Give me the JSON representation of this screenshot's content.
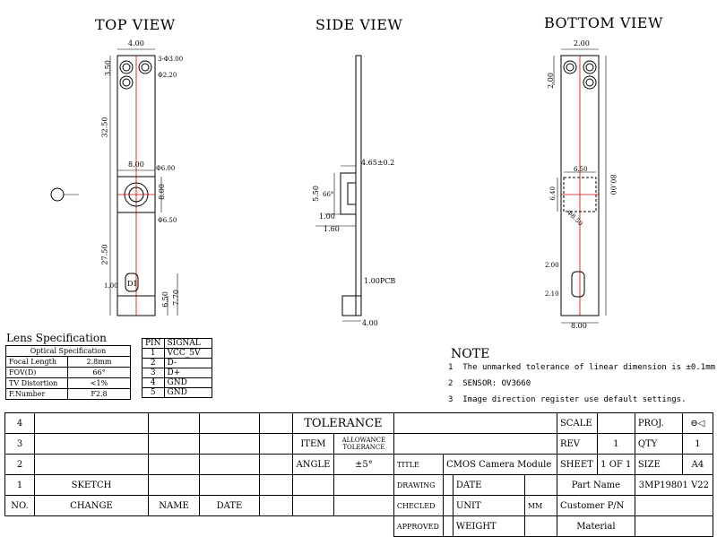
{
  "views": {
    "top": "TOP VIEW",
    "side": "SIDE VIEW",
    "bottom": "BOTTOM VIEW"
  },
  "dims_top": {
    "w_top": "4.00",
    "h_holes": "3.50",
    "hole1": "3-Φ3.00",
    "hole2": "Φ2.20",
    "h_upper": "32.50",
    "lens_w": "8.00",
    "lens_h": "8.00",
    "lens_d1": "Φ6.00",
    "lens_d2": "Φ6.50",
    "h_lower": "27.50",
    "bottom_left": "1.00",
    "d1": "D1",
    "h_b1": "6.50",
    "h_b2": "7.70"
  },
  "dims_side": {
    "lens_h": "4.65±0.2",
    "h": "5.50",
    "ang": "66°",
    "a": "1.00",
    "b": "1.60",
    "pcb": "1.00PCB",
    "w": "4.00"
  },
  "dims_bottom": {
    "top_w": "2.00",
    "top_h": "2.00",
    "sq_w": "6.50",
    "sq_h": "6.40",
    "dia": "Φ8.50",
    "total": "80.00",
    "b1": "2.00",
    "b2": "2.10",
    "w": "8.00"
  },
  "lens_spec": {
    "title": "Lens Specification",
    "header": "Optical Specification",
    "rows": [
      [
        "Focal Length",
        "2.8mm"
      ],
      [
        "FOV(D)",
        "66°"
      ],
      [
        "TV Distortion",
        "<1%"
      ],
      [
        "F.Number",
        "F2.8"
      ]
    ]
  },
  "pins": {
    "headers": [
      "PIN",
      "SIGNAL"
    ],
    "rows": [
      [
        "1",
        "VCC_5V"
      ],
      [
        "2",
        "D-"
      ],
      [
        "3",
        "D+"
      ],
      [
        "4",
        "GND"
      ],
      [
        "5",
        "GND"
      ]
    ]
  },
  "note": {
    "title": "NOTE",
    "items": [
      [
        "1",
        "The unmarked tolerance of linear dimension is ±0.1mm"
      ],
      [
        "2",
        "SENSOR: OV3660"
      ],
      [
        "3",
        "Image direction register use default settings."
      ]
    ]
  },
  "title_block": {
    "rev_rows": [
      "4",
      "3",
      "2",
      "1"
    ],
    "sketch": "SKETCH",
    "footer": [
      "NO.",
      "CHANGE",
      "NAME",
      "DATE"
    ],
    "tolerance": "TOLERANCE",
    "item": "ITEM",
    "allowance": "ALLOWANCE TOLERANCE",
    "angle": "ANGLE",
    "angle_tol": "±5°",
    "title_label": "TITLE",
    "title_value": "CMOS  Camera Module",
    "drawing": "DRAWING",
    "date": "DATE",
    "checked": "CHECLED",
    "unit": "UNIT",
    "unit_value": "MM",
    "approved": "APPROVED",
    "weight": "WEIGHT",
    "scale": "SCALE",
    "proj": "PROJ.",
    "rev": "REV",
    "rev_value": "1",
    "qty": "QTY",
    "qty_value": "1",
    "sheet": "SHEET",
    "sheet_value": "1   OF   1",
    "size": "SIZE",
    "size_value": "A4",
    "part_name": "Part Name",
    "part_value": "3MP19801 V22",
    "customer": "Customer P/N",
    "material": "Material"
  }
}
